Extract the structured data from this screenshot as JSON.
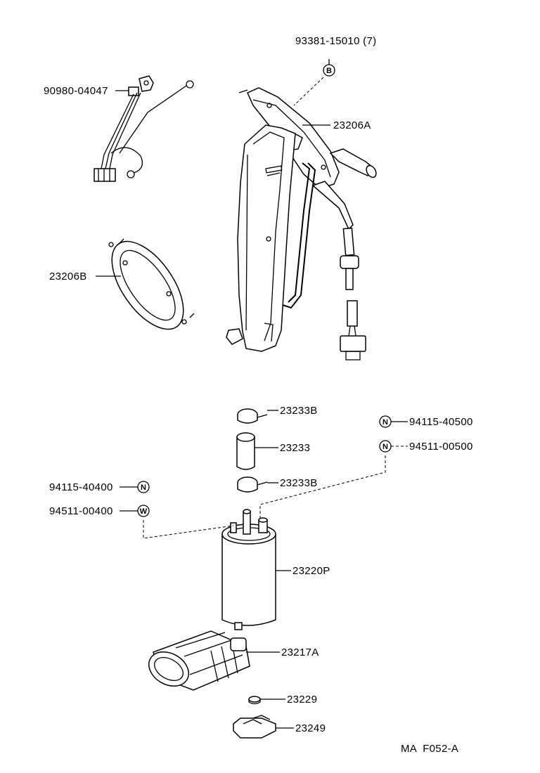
{
  "parts": {
    "screw_b": "93381-15010 (7)",
    "sender_gauge": "23206A",
    "wire_harness": "90980-04047",
    "gasket": "23206B",
    "clamp_upper": "23233B",
    "hose": "23233",
    "clamp_lower": "23233B",
    "nut_right": "94115-40500",
    "washer_right": "94511-00500",
    "nut_left": "94115-40400",
    "washer_left": "94511-00400",
    "fuel_pump": "23220P",
    "filter": "23217A",
    "cushion": "23229",
    "damper": "23249"
  },
  "symbols": {
    "b": "B",
    "n": "N",
    "w": "W"
  },
  "figure_code": "MA  F052-A"
}
